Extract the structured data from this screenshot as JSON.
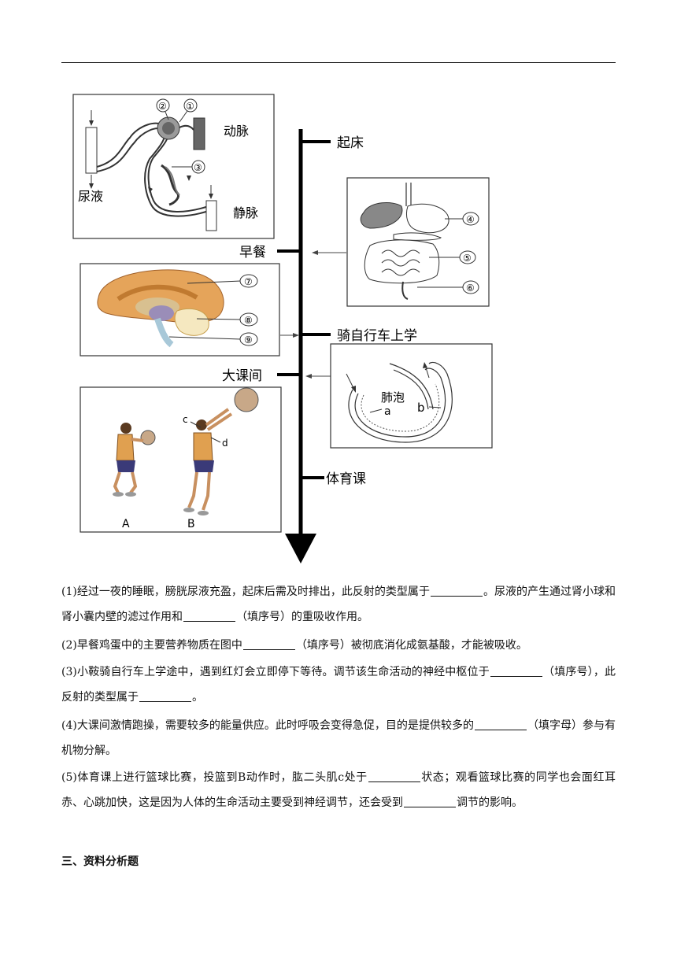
{
  "timeline": {
    "wake": "起床",
    "breakfast": "早餐",
    "bike": "骑自行车上学",
    "break": "大课间",
    "pe": "体育课"
  },
  "kidney_panel": {
    "artery": "动脉",
    "vein": "静脉",
    "urine": "尿液",
    "n1": "①",
    "n2": "②",
    "n3": "③"
  },
  "digestive_panel": {
    "n4": "④",
    "n5": "⑤",
    "n6": "⑥"
  },
  "brain_panel": {
    "n7": "⑦",
    "n8": "⑧",
    "n9": "⑨"
  },
  "lung_panel": {
    "alveolus": "肺泡",
    "a": "a",
    "b": "b"
  },
  "arm_panel": {
    "c": "c",
    "d": "d",
    "A": "A",
    "B": "B"
  },
  "questions": {
    "q1a": "(1)经过一夜的睡眠，膀胱尿液充盈，起床后需及时排出，此反射的类型属于",
    "q1b": "。尿液的产生通过肾小球和肾小囊内壁的滤过作用和",
    "q1c": "（填序号）的重吸收作用。",
    "q2a": "(2)早餐鸡蛋中的主要营养物质在图中",
    "q2b": "（填序号）被彻底消化成氨基酸，才能被吸收。",
    "q3a": "(3)小鞍骑自行车上学途中，遇到红灯会立即停下等待。调节该生命活动的神经中枢位于",
    "q3b": "（填序号），此反射的类型属于",
    "q3c": "。",
    "q4a": "(4)大课间激情跑操，需要较多的能量供应。此时呼吸会变得急促，目的是提供较多的",
    "q4b": "（填字母）参与有机物分解。",
    "q5a": "(5)体育课上进行篮球比赛，投篮到B动作时，肱二头肌c处于",
    "q5b": "状态；观看篮球比赛的同学也会面红耳赤、心跳加快，这是因为人体的生命活动主要受到神经调节，还会受到",
    "q5c": "调节的影响。"
  },
  "section_title": "三、资料分析题"
}
